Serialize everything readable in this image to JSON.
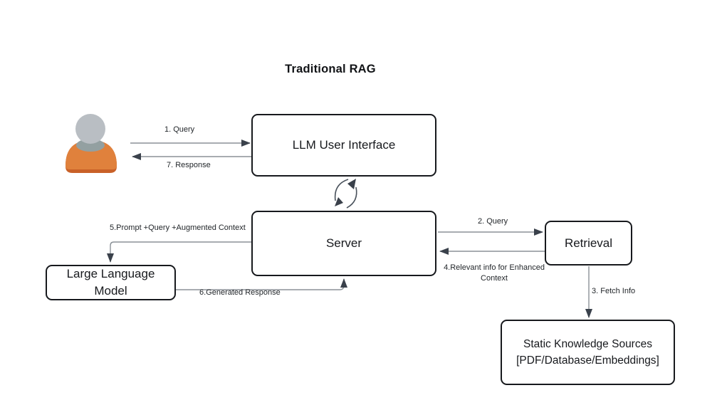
{
  "title": "Traditional RAG",
  "colors": {
    "bg": "#ffffff",
    "box-border": "#17191d",
    "box-fill": "#ffffff",
    "text": "#17191d",
    "label-text": "#22262a",
    "line": "#8b9197",
    "arrow": "#3a414b",
    "avatar-head": "#b9bec3",
    "avatar-shade": "#93a0a1",
    "avatar-body": "#e0813c",
    "avatar-body-dark": "#c96128"
  },
  "nodes": {
    "llm_ui": {
      "label": "LLM User Interface"
    },
    "server": {
      "label": "Server"
    },
    "llm": {
      "line1": "Large Language",
      "line2": "Model"
    },
    "retrieval": {
      "label": "Retrieval"
    },
    "knowledge": {
      "line1": "Static Knowledge Sources",
      "line2": "[PDF/Database/Embeddings]"
    }
  },
  "edges": {
    "e1": {
      "label": "1. Query"
    },
    "e2": {
      "label": "2. Query"
    },
    "e3": {
      "label": "3. Fetch Info"
    },
    "e4": {
      "line1": "4.Relevant info for Enhanced",
      "line2": "Context"
    },
    "e5": {
      "label": "5.Prompt +Query +Augmented Context"
    },
    "e6": {
      "label": "6.Generated Response"
    },
    "e7": {
      "label": "7. Response"
    }
  },
  "icons": {
    "user": "user-avatar-icon",
    "cycle": "sync-loop-icon"
  }
}
